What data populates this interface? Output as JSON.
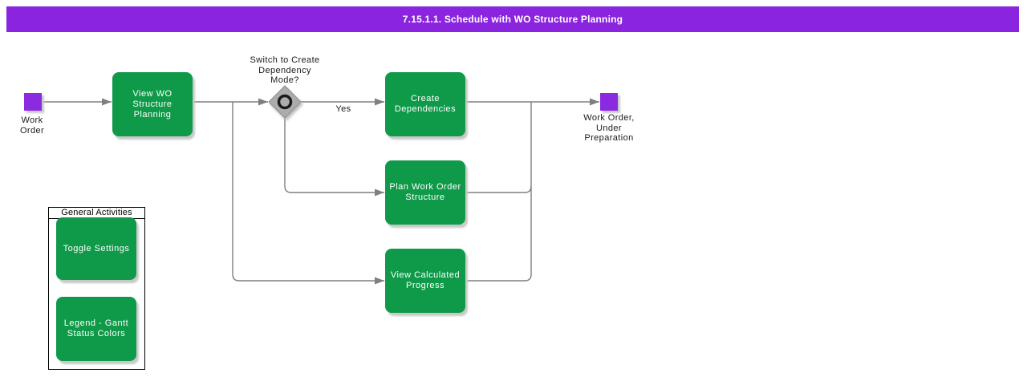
{
  "title_bar": {
    "text": "7.15.1.1. Schedule with WO Structure Planning"
  },
  "diagram": {
    "start_node": {
      "label": "Work\nOrder"
    },
    "end_node": {
      "label": "Work Order,\nUnder\nPreparation"
    },
    "decision": {
      "question": "Switch to Create\nDependency\nMode?",
      "yes_label": "Yes"
    },
    "activities": {
      "view_wo_structure_planning": "View WO\nStructure\nPlanning",
      "create_dependencies": "Create\nDependencies",
      "plan_work_order_structure": "Plan Work Order\nStructure",
      "view_calculated_progress": "View Calculated\nProgress"
    },
    "general_activities": {
      "title": "General Activities",
      "items": [
        "Toggle Settings",
        "Legend - Gantt\nStatus Colors"
      ]
    }
  },
  "colors": {
    "title_bar_bg": "#8B24DE",
    "activity_green": "#0F9A49",
    "node_purple": "#8A2BE2",
    "connector_gray": "#7F7F7F",
    "gateway_gray": "#ACACAC"
  }
}
